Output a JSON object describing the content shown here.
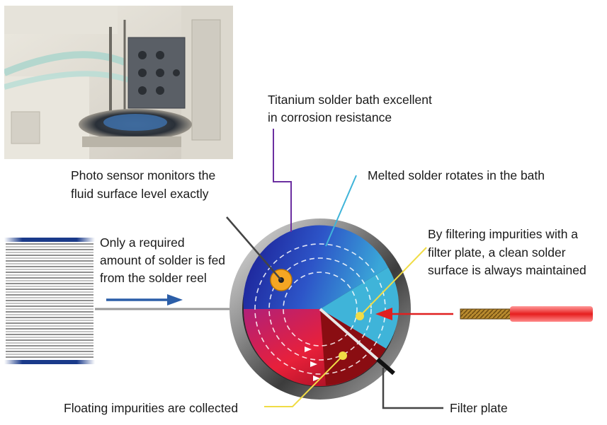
{
  "photo": {
    "icon": "machine-photo"
  },
  "labels": {
    "titanium_line1": "Titanium solder bath excellent",
    "titanium_line2": "in corrosion resistance",
    "photo_sensor_line1": "Photo sensor monitors the",
    "photo_sensor_line2": "fluid surface level exactly",
    "melted": "Melted solder rotates in the bath",
    "feed_line1": "Only a required",
    "feed_line2": "amount of solder is fed",
    "feed_line3": "from the solder reel",
    "filter_line1": "By filtering impurities with a",
    "filter_line2": "filter plate, a clean solder",
    "filter_line3": "surface is always maintained",
    "floating": "Floating impurities are collected",
    "filter_plate": "Filter plate"
  },
  "colors": {
    "titanium_leader": "#6b2fa0",
    "melted_leader": "#3fb4d9",
    "filter_leader": "#f0dc46",
    "floating_leader": "#f0dc46",
    "feed_arrow": "#2b5ea8",
    "iron_arrow": "#e02020",
    "sensor": "#f5a623"
  }
}
